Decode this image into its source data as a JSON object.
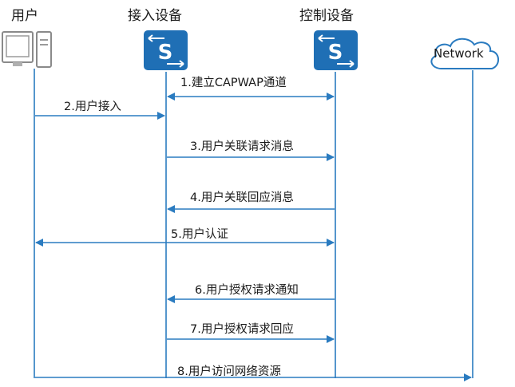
{
  "actors": {
    "user": "用户",
    "access_device": "接入设备",
    "controller": "控制设备",
    "network": "Network"
  },
  "switch_glyph": "S",
  "messages": [
    "1.建立CAPWAP通道",
    "2.用户接入",
    "3.用户关联请求消息",
    "4.用户关联回应消息",
    "5.用户认证",
    "6.用户授权请求通知",
    "7.用户授权请求回应",
    "8.用户访问网络资源"
  ],
  "colors": {
    "line": "#2a7bc0",
    "switch_fill": "#1f6fb5",
    "text": "#1a1a1a"
  },
  "icons": [
    "computer-icon",
    "switch-icon",
    "cloud-icon"
  ]
}
